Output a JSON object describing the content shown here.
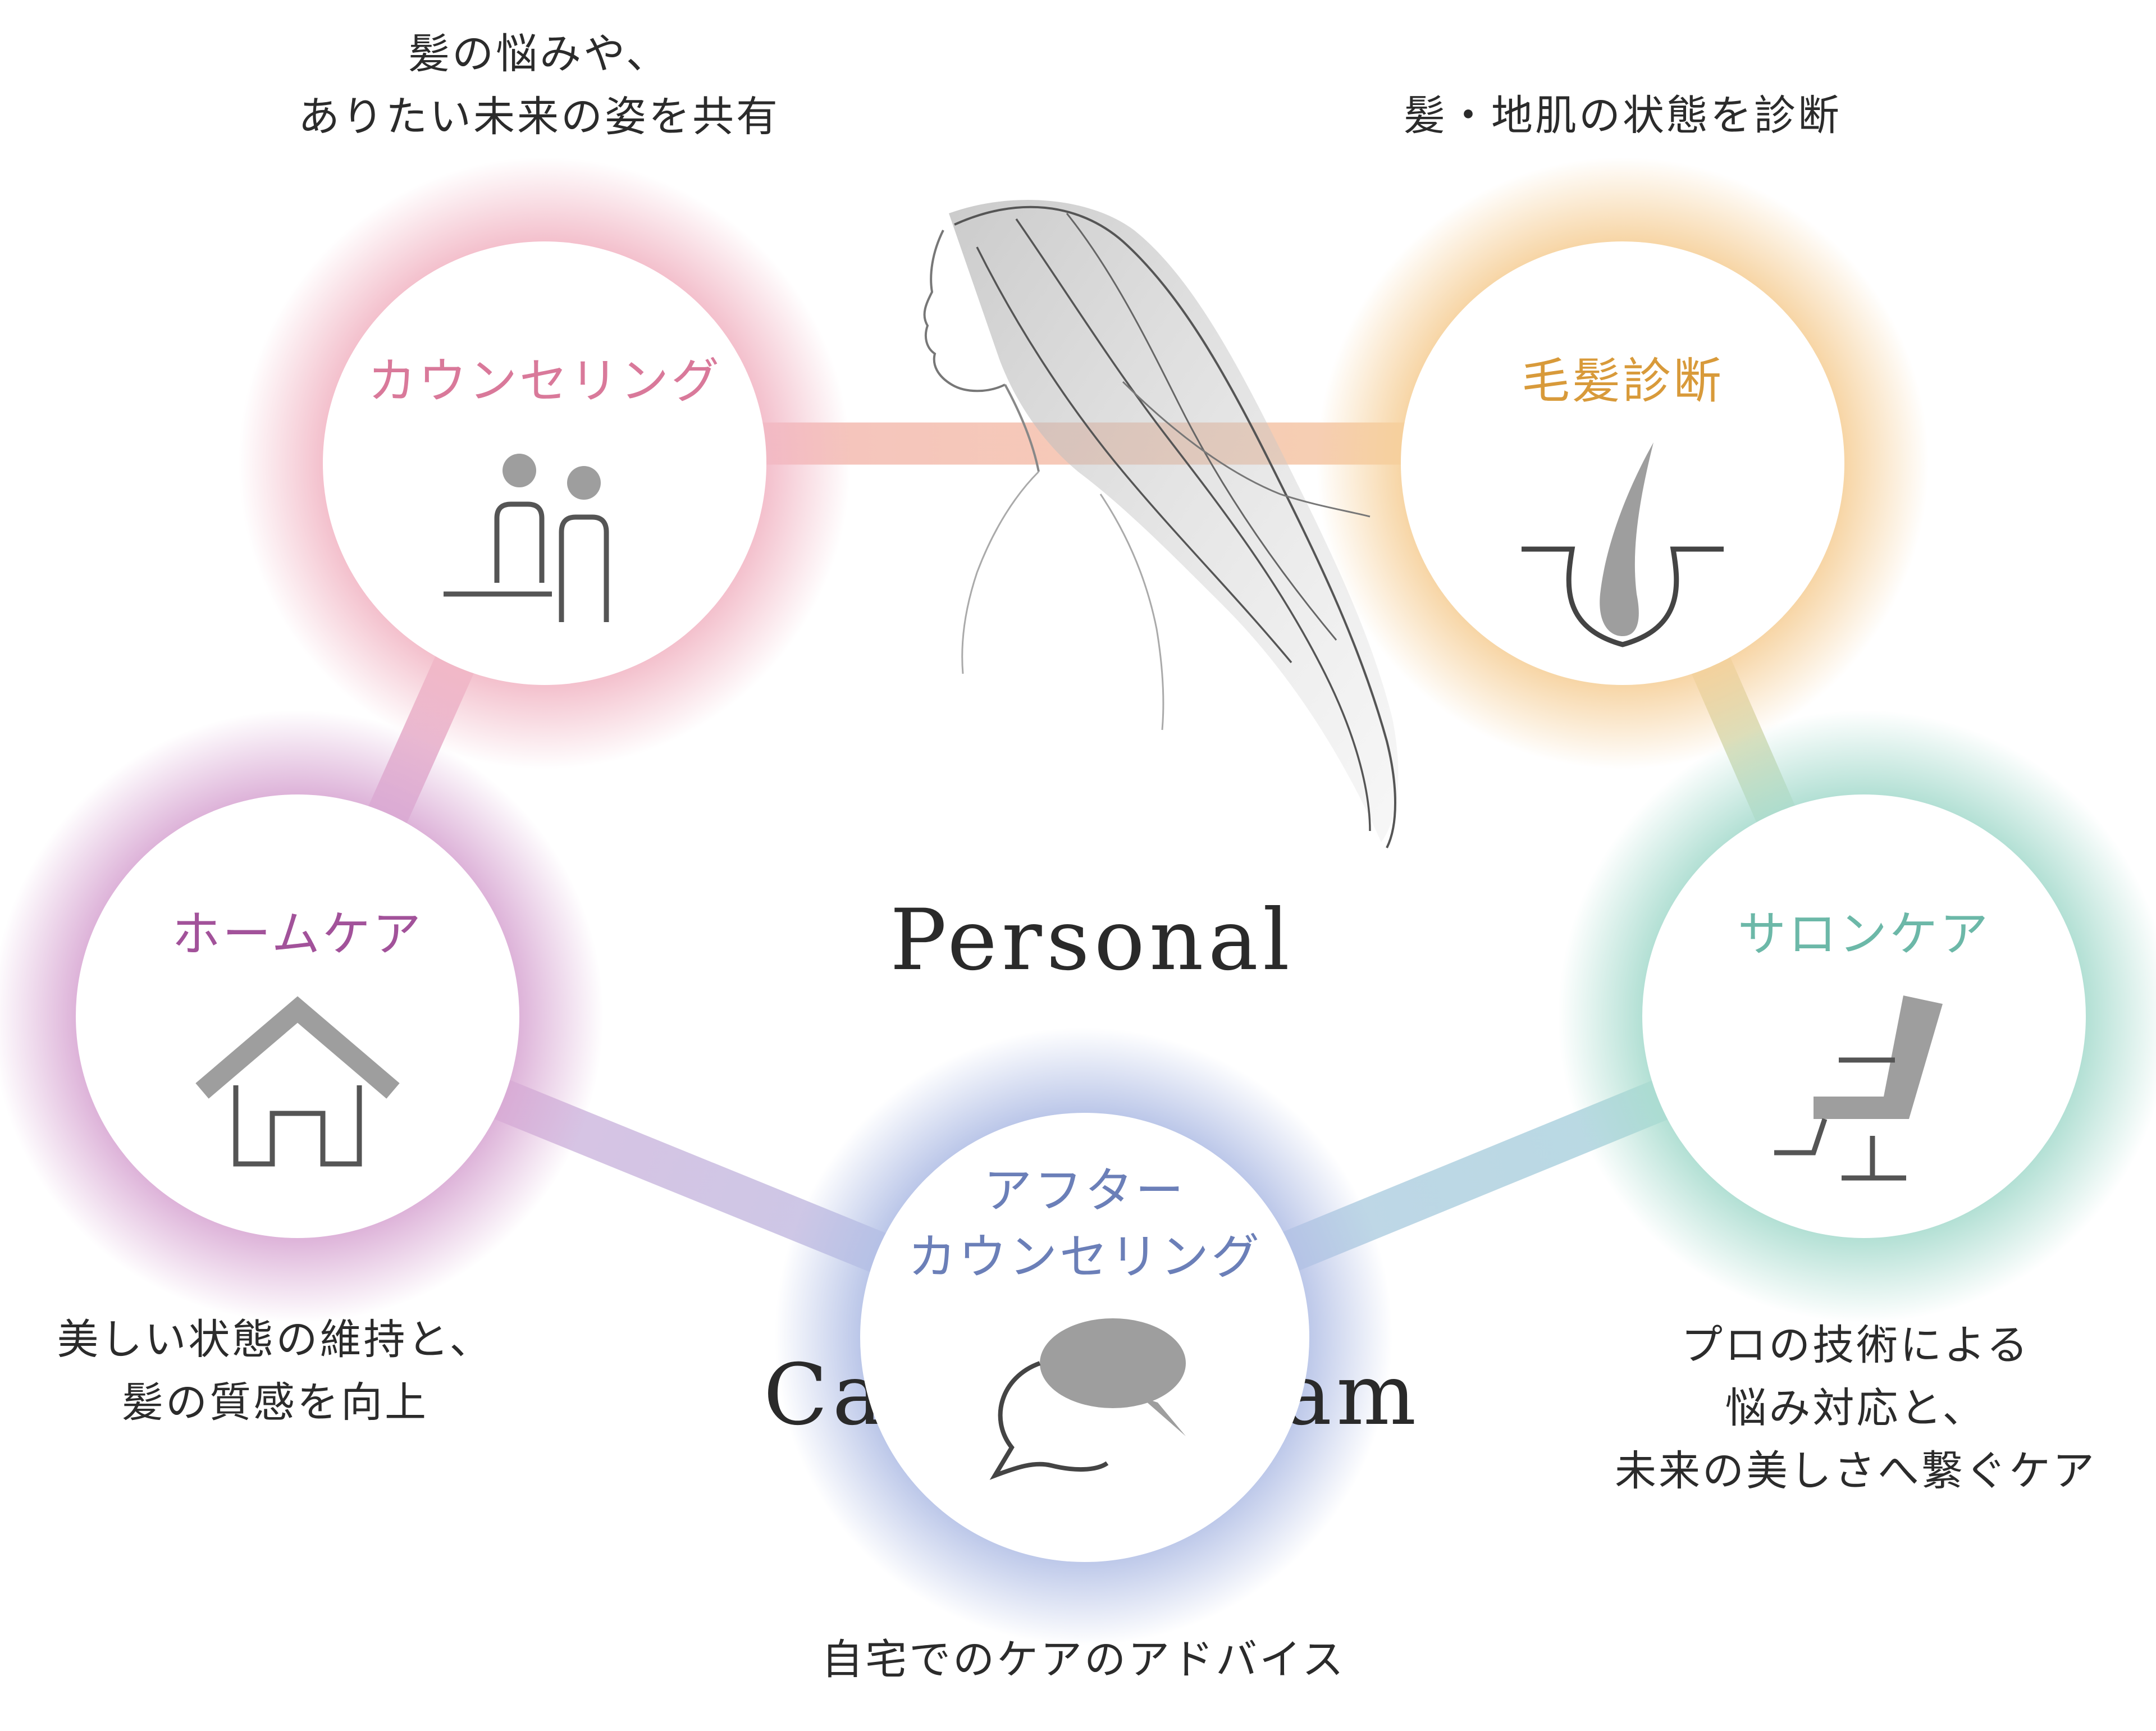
{
  "center": {
    "title_line1": "Personal",
    "title_line2": "Care Program"
  },
  "nodes": [
    {
      "id": "counseling",
      "title": "カウンセリング",
      "icon": "two-people-counter-icon",
      "color": "#d9799a",
      "glow": "#f2b8c6",
      "caption": "髪の悩みや、\nありたい未来の姿を共有"
    },
    {
      "id": "hair-diagnosis",
      "title": "毛髪診断",
      "icon": "hair-follicle-icon",
      "color": "#d89a3a",
      "glow": "#f6d09a",
      "caption": "髪・地肌の状態を診断"
    },
    {
      "id": "salon-care",
      "title": "サロンケア",
      "icon": "salon-chair-icon",
      "color": "#6cb8a8",
      "glow": "#a9dccf",
      "caption": "プロの技術による\n悩み対応と、\n未来の美しさへ繋ぐケア"
    },
    {
      "id": "after-counseling",
      "title": "アフター\nカウンセリング",
      "icon": "chat-bubbles-icon",
      "color": "#6b7fb8",
      "glow": "#b3c0e6",
      "caption": "自宅でのケアのアドバイス"
    },
    {
      "id": "home-care",
      "title": "ホームケア",
      "icon": "house-icon",
      "color": "#a2529a",
      "glow": "#d9a9d4",
      "caption": "美しい状態の維持と、\n髪の質感を向上"
    }
  ],
  "connectors": [
    {
      "from": "counseling",
      "to": "hair-diagnosis",
      "colors": [
        "#f2b4b8",
        "#f6cc9e"
      ]
    },
    {
      "from": "hair-diagnosis",
      "to": "salon-care",
      "colors": [
        "#eed39a",
        "#b9e0c8"
      ]
    },
    {
      "from": "salon-care",
      "to": "after-counseling",
      "colors": [
        "#a8d6da",
        "#b8cce6"
      ]
    },
    {
      "from": "after-counseling",
      "to": "home-care",
      "colors": [
        "#c6c0e0",
        "#dcb4dc"
      ]
    },
    {
      "from": "home-care",
      "to": "counseling",
      "colors": [
        "#d9a6d2",
        "#f2b2c0"
      ]
    }
  ],
  "icon_colors": {
    "fill": "#9e9e9e",
    "stroke": "#555555"
  }
}
